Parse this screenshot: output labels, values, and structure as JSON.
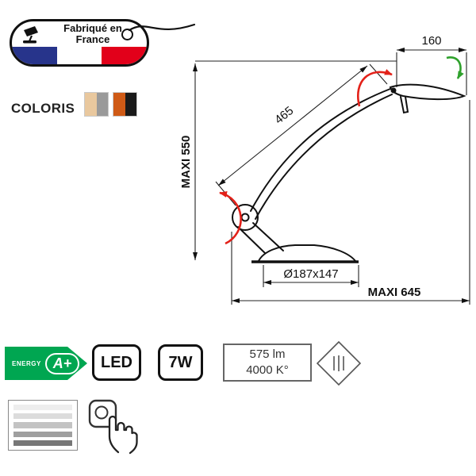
{
  "badge": {
    "line1": "Fabriqué en",
    "line2": "France",
    "flag_blue": "#27348b",
    "flag_red": "#e2001a"
  },
  "coloris": {
    "label": "COLORIS",
    "swatch1_left": "#e9c89e",
    "swatch1_right": "#9a9a9a",
    "swatch2_left": "#cf5a16",
    "swatch2_right": "#1a1a1a"
  },
  "diagram": {
    "dims": {
      "head_width": "160",
      "arm_length": "465",
      "max_height": "MAXI 550",
      "base_size": "Ø187x147",
      "max_reach": "MAXI 645"
    },
    "colors": {
      "rotation_red": "#e32119",
      "rotation_green": "#2fa12c",
      "line": "#111111"
    }
  },
  "specs": {
    "energy_label": "ENERGY",
    "energy_class": "A+",
    "energy_green": "#00a651",
    "source": "LED",
    "power": "7W",
    "flux": "575 lm",
    "color_temp": "4000 K°"
  },
  "dimmer_levels": [
    "#ededed",
    "#dcdcdc",
    "#c3c3c3",
    "#9f9f9f",
    "#777777"
  ]
}
